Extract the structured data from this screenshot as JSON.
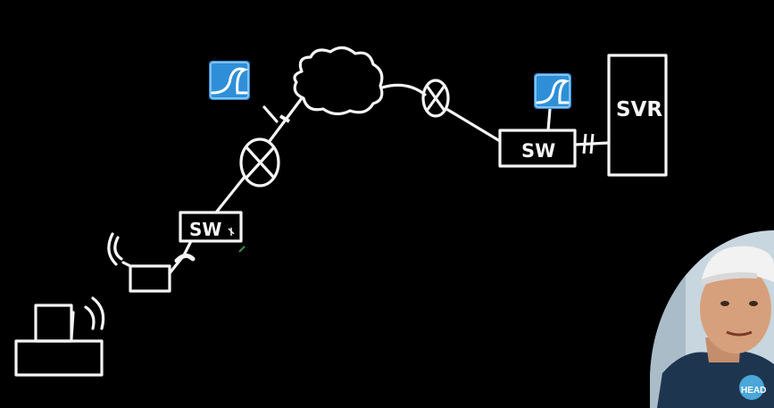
{
  "diagram": {
    "labels": {
      "switch_left": "SW",
      "switch_right": "SW",
      "server": "SVR"
    },
    "icons": [
      "wireshark-icon",
      "wireshark-icon"
    ],
    "colors": {
      "background": "#000000",
      "ink": "#f4f4f4",
      "wireshark_blue": "#2e8fd8"
    }
  },
  "presenter": {
    "shirt_text": "HEAD"
  }
}
